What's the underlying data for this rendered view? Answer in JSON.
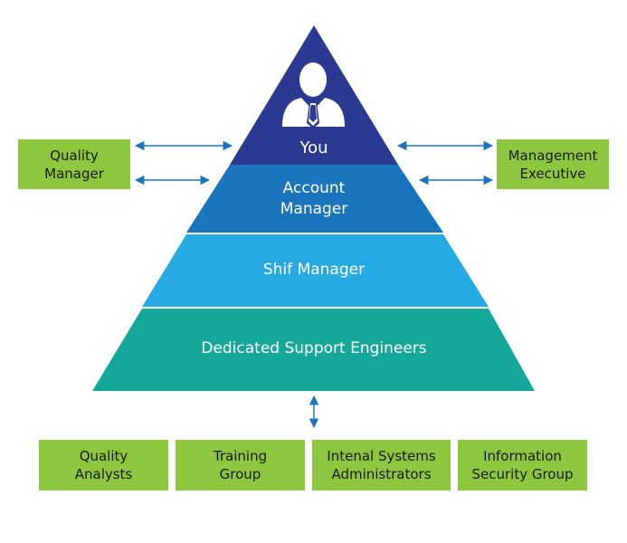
{
  "pyramid": {
    "tiers": [
      {
        "id": "you",
        "label": "You",
        "color": "#2b3990"
      },
      {
        "id": "account-manager",
        "label": "Account\nManager",
        "color": "#1b75bc"
      },
      {
        "id": "shift-manager",
        "label": "Shif Manager",
        "color": "#27aae1"
      },
      {
        "id": "support-engineers",
        "label": "Dedicated Support Engineers",
        "color": "#15a89a"
      }
    ]
  },
  "side_boxes": {
    "left": {
      "label": "Quality\nManager"
    },
    "right": {
      "label": "Management\nExecutive"
    }
  },
  "bottom_boxes": [
    {
      "label": "Quality\nAnalysts"
    },
    {
      "label": "Training\nGroup"
    },
    {
      "label": "Intenal Systems\nAdministrators"
    },
    {
      "label": "Information\nSecurity Group"
    }
  ],
  "colors": {
    "box": "#8dc63f",
    "arrow": "#1c75bc",
    "icon": "#ffffff"
  },
  "icons": {
    "person": "user-avatar-icon"
  }
}
